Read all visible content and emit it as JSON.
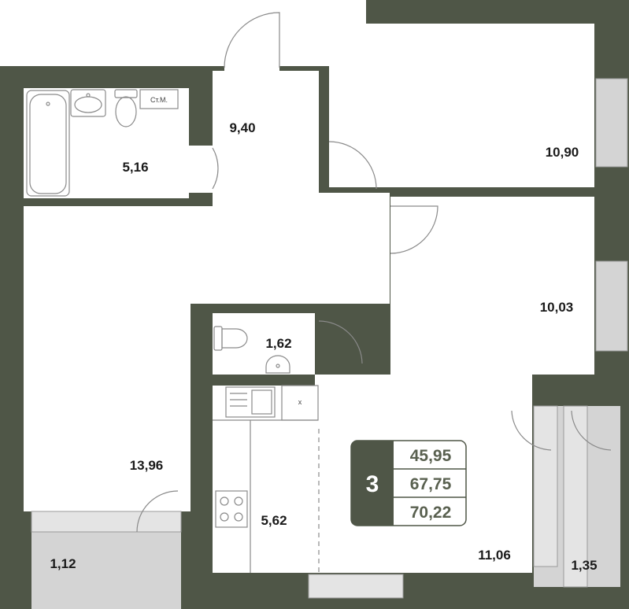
{
  "colors": {
    "wall": "#4f5647",
    "floor": "#ffffff",
    "balcony": "#d4d4d4",
    "fixture_stroke": "#8a8a8a",
    "info_dark": "#4f5647",
    "info_text": "#59604f"
  },
  "rooms": [
    {
      "id": "hallway",
      "area": "9,40"
    },
    {
      "id": "bathroom",
      "area": "5,16"
    },
    {
      "id": "bedroom-top",
      "area": "10,90"
    },
    {
      "id": "bedroom-middle",
      "area": "10,03"
    },
    {
      "id": "toilet",
      "area": "1,62"
    },
    {
      "id": "living-room",
      "area": "13,96"
    },
    {
      "id": "kitchen",
      "area": "5,62"
    },
    {
      "id": "living-kitchen",
      "area": "11,06"
    },
    {
      "id": "balcony-left",
      "area": "1,12"
    },
    {
      "id": "balcony-right",
      "area": "1,35"
    }
  ],
  "fixtures": {
    "wc_box_label": "Ст.М.",
    "appliance_label": "x"
  },
  "info_box": {
    "rooms_count": "3",
    "values": [
      "45,95",
      "67,75",
      "70,22"
    ]
  }
}
